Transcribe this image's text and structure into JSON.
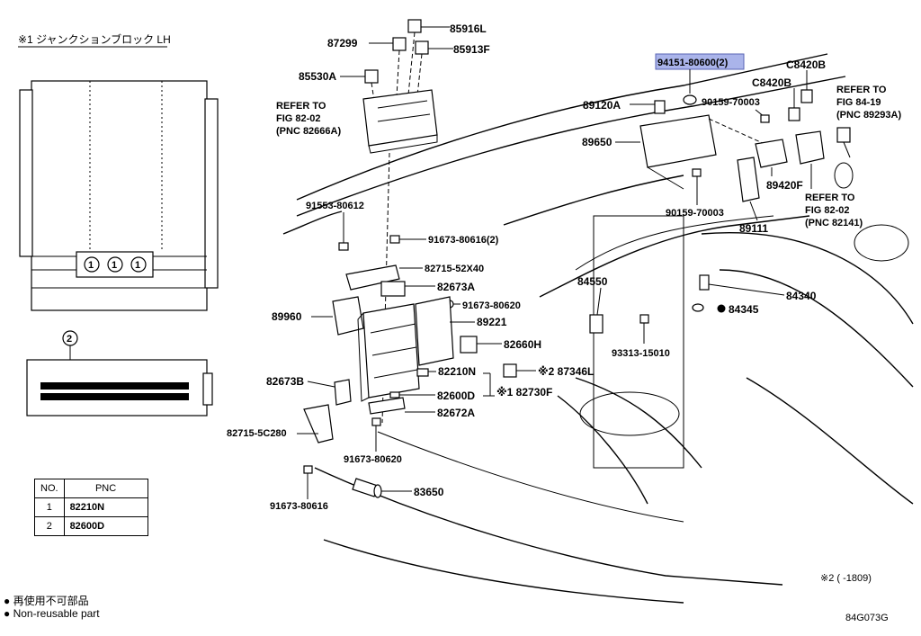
{
  "header_note": "※1 ジャンクションブロック LH",
  "callouts": {
    "p85916L": "85916L",
    "p87299": "87299",
    "p85913F": "85913F",
    "p85530A": "85530A",
    "refer1_a": "REFER TO",
    "refer1_b": "FIG 82-02",
    "refer1_c": "(PNC 82666A)",
    "p91553": "91553-80612",
    "p91673_2": "91673-80616(2)",
    "p82715_52X40": "82715-52X40",
    "p82673A": "82673A",
    "p91673_620a": "91673-80620",
    "p89960": "89960",
    "p89221": "89221",
    "p82660H": "82660H",
    "p82210N": "82210N",
    "p87346L": "※2 87346L",
    "p82673B": "82673B",
    "p82600D": "82600D",
    "p82730F": "※1 82730F",
    "p82672A": "82672A",
    "p82715_5C280": "82715-5C280",
    "p91673_620b": "91673-80620",
    "p91673_616": "91673-80616",
    "p83650": "83650",
    "p94151": "94151-80600(2)",
    "p89120A": "89120A",
    "p90159_a": "90159-70003",
    "p89650": "89650",
    "p90159_b": "90159-70003",
    "pC8420B_a": "C8420B",
    "pC8420B_b": "C8420B",
    "refer2_a": "REFER TO",
    "refer2_b": "FIG 84-19",
    "refer2_c": "(PNC 89293A)",
    "p89420F": "89420F",
    "refer3_a": "REFER TO",
    "refer3_b": "FIG 82-02",
    "refer3_c": "(PNC 82141)",
    "p89111": "89111",
    "p84550": "84550",
    "p84340": "84340",
    "p84345": "84345",
    "p93313": "93313-15010"
  },
  "table": {
    "headers": [
      "NO.",
      "PNC"
    ],
    "rows": [
      {
        "no": "1",
        "pnc": "82210N"
      },
      {
        "no": "2",
        "pnc": "82600D"
      }
    ]
  },
  "circle_labels": [
    "1",
    "1",
    "1"
  ],
  "circle_label_2": "2",
  "footnote_range": "※2 (     -1809)",
  "legend": {
    "jp": "● 再使用不可部品",
    "en": "● Non-reusable part"
  },
  "figure_id": "84G073G"
}
